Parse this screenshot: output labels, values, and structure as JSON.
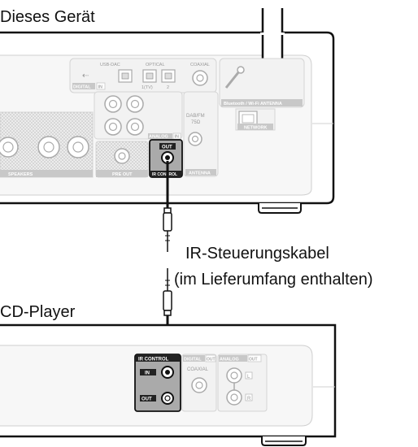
{
  "device_top": {
    "title": "Dieses Gerät",
    "labels": {
      "usb_dac": "USB-DAC",
      "optical": "OPTICAL",
      "coaxial": "COAXIAL",
      "digital_in_prefix": "DIGITAL",
      "digital_in_suffix": "IN",
      "opt_1": "1(TV)",
      "opt_2": "2",
      "bt_wifi": "Bluetooth / Wi-Fi ANTENNA",
      "network": "NETWORK",
      "dab_fm": "DAB/FM",
      "dab_ohm": "75Ω",
      "antenna": "ANTENNA",
      "analog_in_prefix": "ANALOG",
      "analog_in_suffix": "IN",
      "speakers": "SPEAKERS",
      "pre_out": "PRE OUT",
      "out": "OUT",
      "ir_control": "IR CONTROL"
    }
  },
  "cable": {
    "caption_line1": "IR-Steuerungskabel",
    "caption_line2": "(im Lieferumfang enthalten)"
  },
  "device_bottom": {
    "title": "CD-Player",
    "labels": {
      "ir_control": "IR CONTROL",
      "in": "IN",
      "out": "OUT",
      "digital_out_prefix": "DIGITAL",
      "digital_out_suffix": "OUT",
      "coaxial": "COAXIAL",
      "analog_out_prefix": "ANALOG",
      "analog_out_suffix": "OUT",
      "l": "L",
      "r": "R"
    }
  }
}
